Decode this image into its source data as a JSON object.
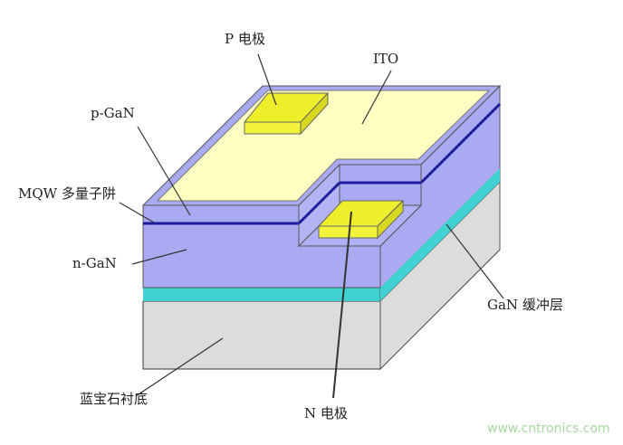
{
  "labels": {
    "p_electrode": "P 电极",
    "ito": "ITO",
    "p_gan": "p-GaN",
    "mqw": "MQW 多量子阱",
    "n_gan": "n-GaN",
    "gan_buffer": "GaN 缓冲层",
    "sapphire": "蓝宝石衬底",
    "n_electrode": "N 电极"
  },
  "watermark": "www.cntronics.com",
  "colors": {
    "gan": "#aaaaf2",
    "mqw_line": "#1c1c9c",
    "ito": "#ffffc2",
    "electrode": "#eeee2a",
    "buffer": "#40d2d0",
    "substrate": "#dcdcdc",
    "watermark": "#a8d8a0"
  }
}
